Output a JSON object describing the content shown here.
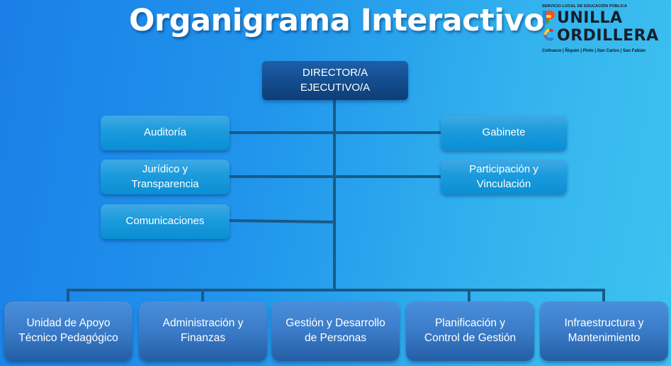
{
  "header": {
    "title": "Organigrama Interactivo"
  },
  "logo": {
    "top_line": "SERVICIO LOCAL DE EDUCACIÓN PÚBLICA",
    "line1": "UNILLA",
    "line1_initial": "P",
    "line2": "ORDILLERA",
    "line2_initial": "C",
    "communes": "Coihueco | Ñiquén | Pinto | San Carlos | San Fabián"
  },
  "orgchart": {
    "director": {
      "label": "DIRECTOR/A\nEJECUTIVO/A"
    },
    "staff_left": [
      {
        "label": "Auditoría"
      },
      {
        "label": "Jurídico  y\nTransparencia"
      },
      {
        "label": "Comunicaciones"
      }
    ],
    "staff_right": [
      {
        "label": "Gabinete"
      },
      {
        "label": "Participación y\nVinculación"
      }
    ],
    "units": [
      {
        "label": "Unidad de Apoyo\nTécnico Pedagógico"
      },
      {
        "label": "Administración y\nFinanzas"
      },
      {
        "label": "Gestión y Desarrollo\nde Personas"
      },
      {
        "label": "Planificación y\nControl de Gestión"
      },
      {
        "label": "Infraestructura y\nMantenimiento"
      }
    ]
  },
  "colors": {
    "connector": "#1a5a86",
    "director_fill": "#124a8a",
    "staff_fill": "#1b9bdc",
    "unit_fill": "#3a7bc8"
  }
}
